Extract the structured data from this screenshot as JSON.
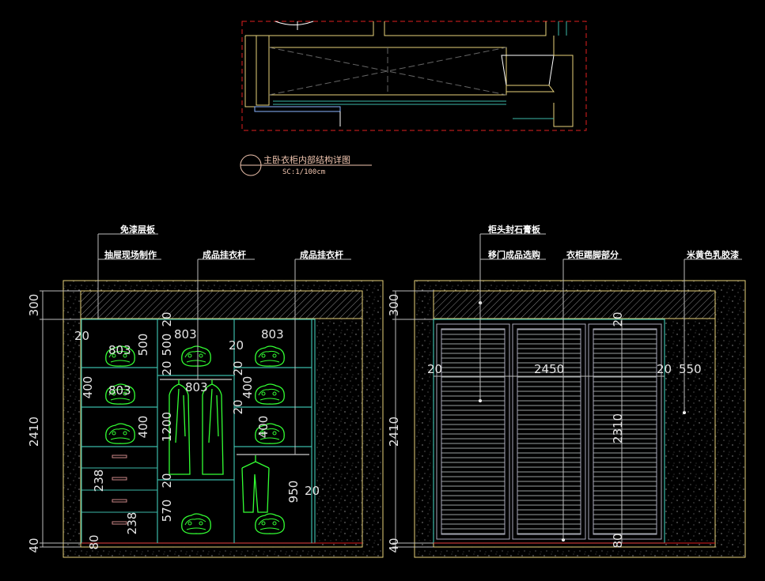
{
  "title": {
    "main": "主卧衣柜内部结构详图",
    "scale": "SC:1/100cm"
  },
  "colors": {
    "background": "#000000",
    "wall": "#e8d27a",
    "shelf": "#3bb9a8",
    "garment": "#33ff33",
    "dimension": "#e6e6e6",
    "red_boundary": "#e02020",
    "leader": "#ffffff"
  },
  "left_labels": {
    "free_paint_shelf": "免漆层板",
    "drawer_onsite": "抽屉现场制作",
    "hanging_rod_1": "成品挂衣杆",
    "hanging_rod_2": "成品挂衣杆"
  },
  "right_labels": {
    "top_gypsum": "柜头封石膏板",
    "sliding_door": "移门成品选购",
    "kick_board": "衣柜踢脚部分",
    "latex_paint": "米黄色乳胶漆"
  },
  "left_dims": {
    "h300": "300",
    "h2410": "2410",
    "h40": "40",
    "w803a": "803",
    "w803b": "803",
    "w803c": "803",
    "w803d": "803",
    "w803e": "803",
    "s20a": "20",
    "s20b": "20",
    "s20c": "20",
    "s20d": "20",
    "s20e": "20",
    "s20f": "20",
    "s20g": "20",
    "v500a": "500",
    "v500b": "500",
    "v400a": "400",
    "v400b": "400",
    "v400c": "400",
    "v400d": "400",
    "v1200": "1200",
    "v238a": "238",
    "v238b": "238",
    "v570": "570",
    "v950": "950",
    "v80": "80"
  },
  "right_dims": {
    "h300": "300",
    "h2410": "2410",
    "h40": "40",
    "s20a": "20",
    "s20b": "20",
    "s20c": "20",
    "w2450": "2450",
    "w550": "550",
    "v2310": "2310",
    "v80": "80"
  }
}
